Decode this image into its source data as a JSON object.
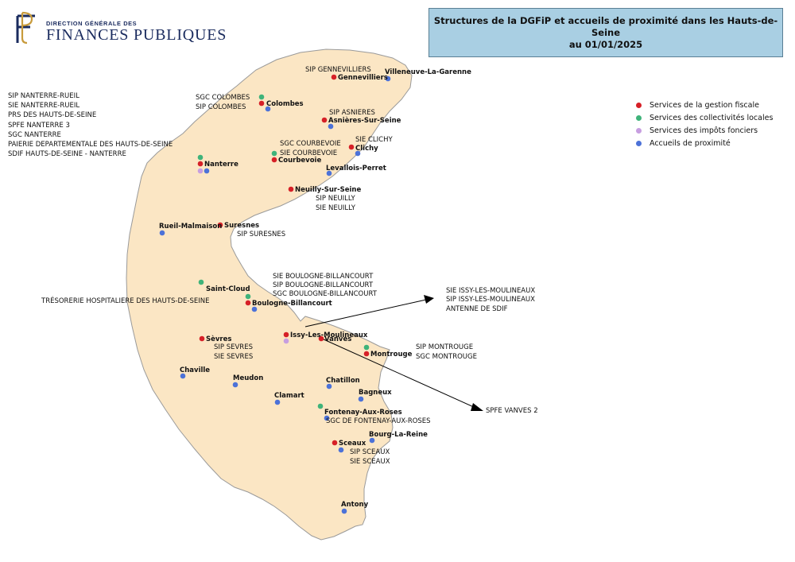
{
  "logo": {
    "line1": "DIRECTION GÉNÉRALE DES",
    "line2": "FINANCES PUBLIQUES"
  },
  "title": {
    "line1": "Structures de la DGFiP et accueils de proximité dans les Hauts-de-Seine",
    "line2": "au 01/01/2025"
  },
  "colors": {
    "territory": "#fbe6c4",
    "border": "#9a9a9a",
    "gestion_fiscale": "#d62027",
    "collectivites_locales": "#3fb37a",
    "impots_fonciers": "#c79ee0",
    "accueils_proximite": "#4c72d8"
  },
  "legend": [
    {
      "key": "gestion_fiscale",
      "label": "Services de la gestion fiscale",
      "color": "#d62027"
    },
    {
      "key": "collectivites_locales",
      "label": "Services des collectivités locales",
      "color": "#3fb37a"
    },
    {
      "key": "impots_fonciers",
      "label": "Services des impôts fonciers",
      "color": "#c79ee0"
    },
    {
      "key": "accueils_proximite",
      "label": "Accueils de proximité",
      "color": "#4c72d8"
    }
  ],
  "nanterre_services": [
    "SIP NANTERRE-RUEIL",
    "SIE NANTERRE-RUEIL",
    "PRS DES HAUTS-DE-SEINE",
    "SPFE NANTERRE 3",
    "SGC NANTERRE",
    "PAIERIE DEPARTEMENTALE DES HAUTS-DE-SEINE",
    "SDIF HAUTS-DE-SEINE - NANTERRE"
  ],
  "towns": [
    "Gennevilliers",
    "Villeneuve-La-Garenne",
    "Colombes",
    "Asnières-Sur-Seine",
    "Clichy",
    "Courbevoie",
    "Levallois-Perret",
    "Nanterre",
    "Neuilly-Sur-Seine",
    "Rueil-Malmaison",
    "Suresnes",
    "Saint-Cloud",
    "Boulogne-Billancourt",
    "Issy-Les-Moulineaux",
    "Vanves",
    "Sèvres",
    "Montrouge",
    "Chaville",
    "Meudon",
    "Chatillon",
    "Bagneux",
    "Clamart",
    "Fontenay-Aux-Roses",
    "Bourg-La-Reine",
    "Sceaux",
    "Antony"
  ],
  "service_labels": [
    "SIP GENNEVILLIERS",
    "SGC COLOMBES",
    "SIP COLOMBES",
    "SIP ASNIERES",
    "SIE CLICHY",
    "SGC COURBEVOIE",
    "SIE COURBEVOIE",
    "SIP NEUILLY",
    "SIE NEUILLY",
    "SIP SURESNES",
    "SIE BOULOGNE-BILLANCOURT",
    "SIP BOULOGNE-BILLANCOURT",
    "SGC BOULOGNE-BILLANCOURT",
    "TRÉSORERIE HOSPITALIERE DES HAUTS-DE-SEINE",
    "SIE ISSY-LES-MOULINEAUX",
    "SIP ISSY-LES-MOULINEAUX",
    "ANTENNE DE SDIF",
    "SIP SEVRES",
    "SIE SEVRES",
    "SIP MONTROUGE",
    "SGC MONTROUGE",
    "SPFE VANVES 2",
    "SGC DE FONTENAY-AUX-ROSES",
    "SIP SCEAUX",
    "SIE SCEAUX"
  ]
}
